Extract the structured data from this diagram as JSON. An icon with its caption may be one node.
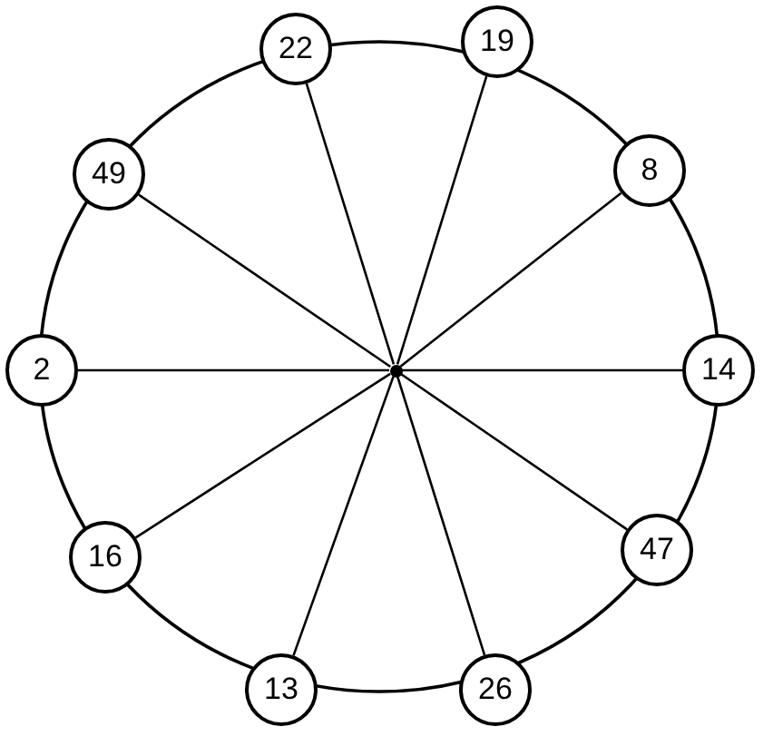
{
  "diagram": {
    "nodes": [
      {
        "text": [
          "22"
        ]
      },
      {
        "text": [
          "19"
        ]
      },
      {
        "text": [
          "49"
        ]
      },
      {
        "text": [
          "8"
        ]
      },
      {
        "text": [
          "2"
        ]
      },
      {
        "text": [
          "14"
        ]
      },
      {
        "text": [
          "16"
        ]
      },
      {
        "text": [
          "47"
        ]
      },
      {
        "text": [
          "13"
        ]
      },
      {
        "text": [
          "26"
        ]
      },
      {
        "text": [],
        "shape": "circle"
      }
    ],
    "edges": [
      {
        "from": 10,
        "to": 0,
        "arrow": "none"
      },
      {
        "from": 10,
        "to": 1,
        "arrow": "none"
      },
      {
        "from": 10,
        "to": 2,
        "arrow": "none"
      },
      {
        "from": 10,
        "to": 3,
        "arrow": "none"
      },
      {
        "from": 10,
        "to": 4,
        "arrow": "none"
      },
      {
        "from": 10,
        "to": 5,
        "arrow": "none"
      },
      {
        "from": 10,
        "to": 6,
        "arrow": "none"
      },
      {
        "from": 10,
        "to": 7,
        "arrow": "none"
      },
      {
        "from": 10,
        "to": 8,
        "arrow": "none"
      },
      {
        "from": 10,
        "to": 9,
        "arrow": "none"
      }
    ]
  }
}
